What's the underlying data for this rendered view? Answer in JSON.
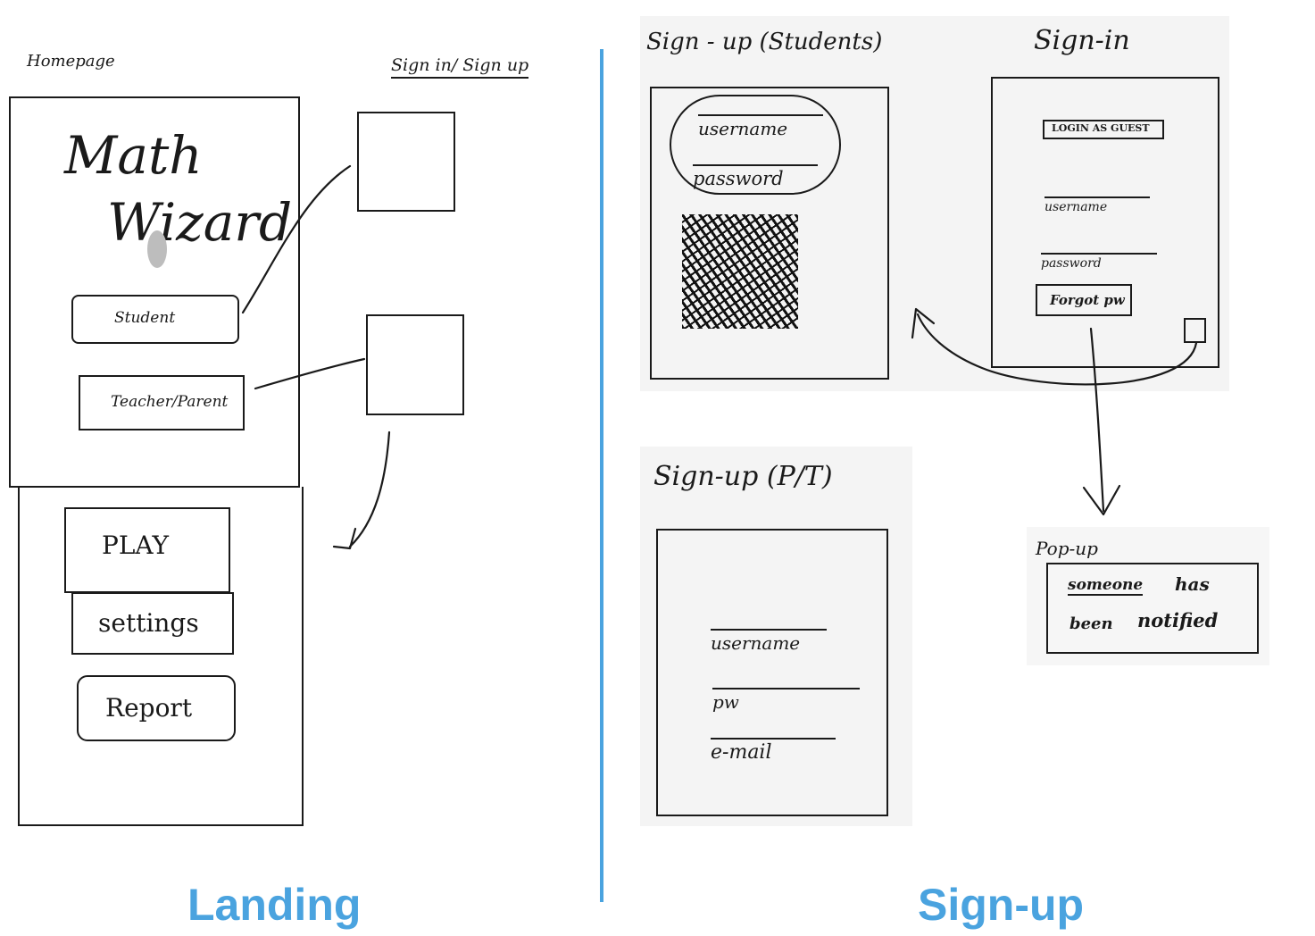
{
  "labels": {
    "landing": "Landing",
    "signup": "Sign-up"
  },
  "landing": {
    "homepage_title": "Homepage",
    "signin_title": "Sign in/ Sign up",
    "app_name_line1": "Math",
    "app_name_line2": "Wizard",
    "student_button": "Student",
    "teacher_button": "Teacher/Parent",
    "play_button": "PLAY",
    "settings_button": "settings",
    "report_button": "Report"
  },
  "signup_students": {
    "title": "Sign - up (Students)",
    "username": "username",
    "password": "password"
  },
  "signin": {
    "title": "Sign-in",
    "guest_button": "LOGIN AS GUEST",
    "username": "username",
    "password": "password",
    "forgot_button": "Forgot pw"
  },
  "signup_pt": {
    "title": "Sign-up (P/T)",
    "username": "username",
    "pw": "pw",
    "email": "e-mail"
  },
  "popup": {
    "title": "Pop-up",
    "message_line1_a": "someone",
    "message_line1_b": "has",
    "message_line2_a": "been",
    "message_line2_b": "notified"
  }
}
